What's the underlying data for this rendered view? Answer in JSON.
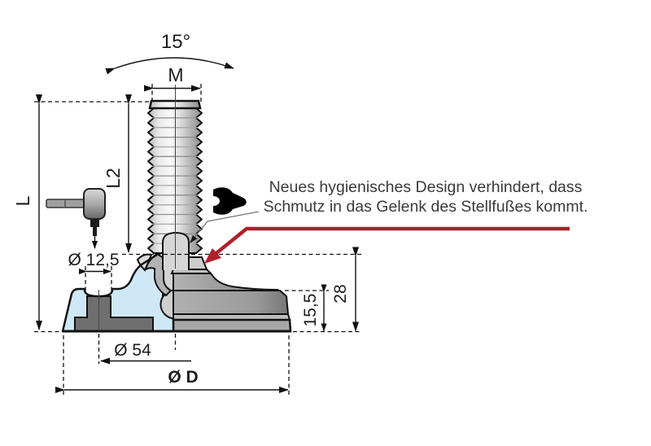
{
  "annotation": {
    "line1": "Neues hygienisches Design verhindert, dass",
    "line2": "Schmutz in das Gelenk des Stellfußes kommt."
  },
  "dimensions": {
    "angle": "15°",
    "thread": "M",
    "length": "L",
    "thread_length": "L2",
    "pin_hole_diameter": "Ø 12,5",
    "inner_diameter": "Ø 54",
    "outer_diameter": "Ø D",
    "base_height": "15,5",
    "joint_height": "28"
  },
  "colors": {
    "annotation_red": "#b01f2b",
    "section_blue": "#cfe8f5",
    "outline_black": "#111111",
    "background": "#ffffff"
  },
  "icons": {
    "wrench": "wrench-icon",
    "mallet": "mallet-icon"
  }
}
